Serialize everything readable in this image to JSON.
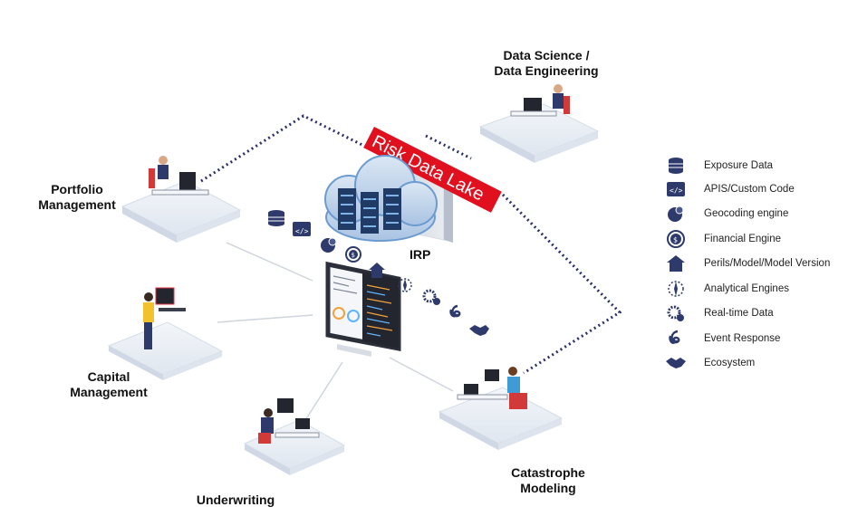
{
  "labels": {
    "data_science": [
      "Data Science /",
      "Data Engineering"
    ],
    "portfolio": [
      "Portfolio",
      "Management"
    ],
    "capital": [
      "Capital",
      "Management"
    ],
    "underwriting": "Underwriting",
    "catastrophe": [
      "Catastrophe",
      "Modeling"
    ],
    "irp": "IRP",
    "risk_data_lake": "Risk Data Lake"
  },
  "legend": [
    {
      "icon": "database-icon",
      "label": "Exposure Data"
    },
    {
      "icon": "code-window-icon",
      "label": "APIS/Custom Code"
    },
    {
      "icon": "globe-pin-icon",
      "label": "Geocoding engine"
    },
    {
      "icon": "dollar-cycle-icon",
      "label": "Financial Engine"
    },
    {
      "icon": "house-icon",
      "label": "Perils/Model/Model Version"
    },
    {
      "icon": "compass-icon",
      "label": "Analytical Engines"
    },
    {
      "icon": "gear-cluster-icon",
      "label": "Real-time Data"
    },
    {
      "icon": "hurricane-icon",
      "label": "Event Response"
    },
    {
      "icon": "handshake-icon",
      "label": "Ecosystem"
    }
  ],
  "colors": {
    "navy": "#2d3a6b",
    "banner_red": "#e0101f",
    "cloud_blue": "#5b8fc7",
    "platform": "#e9eef5",
    "connector_dots": "#2b2f6b"
  }
}
